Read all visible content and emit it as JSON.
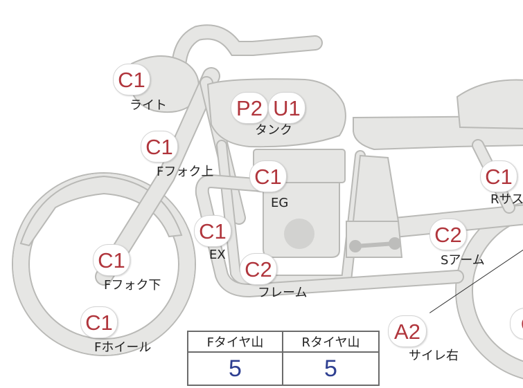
{
  "parts": [
    {
      "id": "light",
      "grades": [
        "C1"
      ],
      "label": "ライト"
    },
    {
      "id": "tank",
      "grades": [
        "P2",
        "U1"
      ],
      "label": "タンク"
    },
    {
      "id": "ffork-upper",
      "grades": [
        "C1"
      ],
      "label": "Fフォク上"
    },
    {
      "id": "engine",
      "grades": [
        "C1"
      ],
      "label": "EG"
    },
    {
      "id": "exhaust",
      "grades": [
        "C1"
      ],
      "label": "EX"
    },
    {
      "id": "ffork-lower",
      "grades": [
        "C1"
      ],
      "label": "Fフォク下"
    },
    {
      "id": "frame",
      "grades": [
        "C2"
      ],
      "label": "フレーム"
    },
    {
      "id": "fwheel",
      "grades": [
        "C1"
      ],
      "label": "Fホイール"
    },
    {
      "id": "rsus",
      "grades": [
        "C1"
      ],
      "label": "Rサス"
    },
    {
      "id": "swingarm",
      "grades": [
        "C2"
      ],
      "label": "Sアーム"
    },
    {
      "id": "muffler-r",
      "grades": [
        "A2"
      ],
      "label": "サイレ右"
    },
    {
      "id": "rwheel",
      "grades": [
        "C"
      ],
      "label": ""
    }
  ],
  "tread": {
    "front_header": "Fタイヤ山",
    "rear_header": "Rタイヤ山",
    "front_value": "5",
    "rear_value": "5"
  },
  "colors": {
    "grade": "#b0353c",
    "tread_value": "#2e3f91",
    "part_fill": "#e6e6e4",
    "part_edge": "#b9b9b6"
  }
}
